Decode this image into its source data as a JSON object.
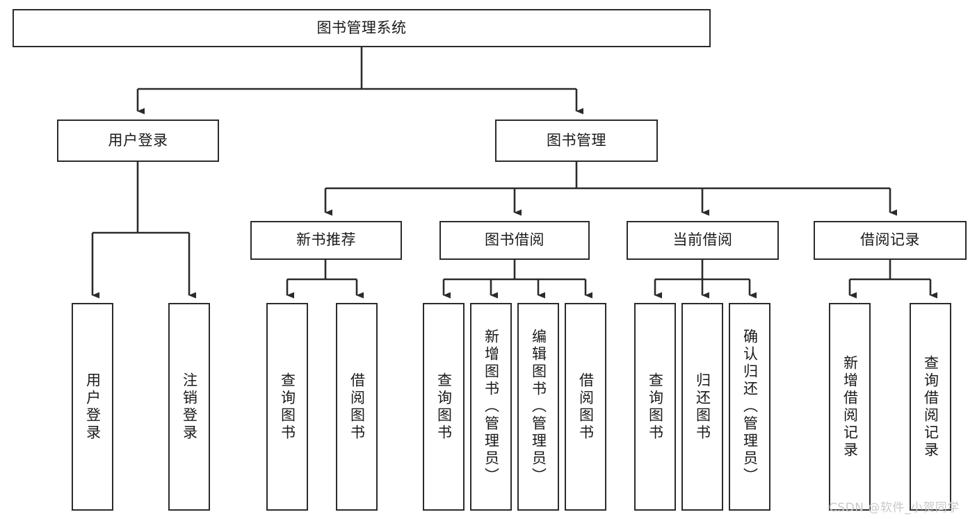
{
  "diagram": {
    "type": "tree-hierarchy",
    "title_text": "图书管理系统",
    "watermark": "CSDN @软件_小贺同学",
    "colors": {
      "border": "#2b2b2b",
      "background": "#ffffff",
      "text": "#1a1a1a",
      "watermark": "#c9c9c9"
    },
    "levels": {
      "root": {
        "label": "图书管理系统"
      },
      "level2": [
        {
          "id": "user-login",
          "label": "用户登录"
        },
        {
          "id": "book-manage",
          "label": "图书管理"
        }
      ],
      "level3": [
        {
          "id": "new-book-rec",
          "label": "新书推荐"
        },
        {
          "id": "book-borrow",
          "label": "图书借阅"
        },
        {
          "id": "current-borrow",
          "label": "当前借阅"
        },
        {
          "id": "borrow-record",
          "label": "借阅记录"
        }
      ],
      "leaves": {
        "user-login": [
          {
            "id": "leaf-user-login",
            "label": "用户登录"
          },
          {
            "id": "leaf-logout",
            "label": "注销登录"
          }
        ],
        "new-book-rec": [
          {
            "id": "leaf-query-book-1",
            "label": "查询图书"
          },
          {
            "id": "leaf-borrow-book-1",
            "label": "借阅图书"
          }
        ],
        "book-borrow": [
          {
            "id": "leaf-query-book-2",
            "label": "查询图书"
          },
          {
            "id": "leaf-add-book",
            "label": "新增图书（管理员）"
          },
          {
            "id": "leaf-edit-book",
            "label": "编辑图书（管理员）"
          },
          {
            "id": "leaf-borrow-book-2",
            "label": "借阅图书"
          }
        ],
        "current-borrow": [
          {
            "id": "leaf-query-book-3",
            "label": "查询图书"
          },
          {
            "id": "leaf-return-book",
            "label": "归还图书"
          },
          {
            "id": "leaf-confirm-return",
            "label": "确认归还（管理员）"
          }
        ],
        "borrow-record": [
          {
            "id": "leaf-add-record",
            "label": "新增借阅记录"
          },
          {
            "id": "leaf-query-record",
            "label": "查询借阅记录"
          }
        ]
      }
    }
  }
}
